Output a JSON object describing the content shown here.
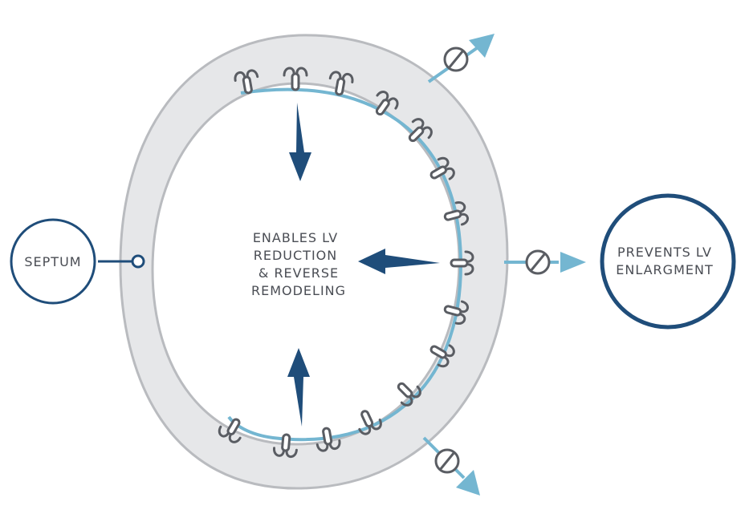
{
  "labels": {
    "septum": "SEPTUM",
    "center_line1": "ENABLES LV",
    "center_line2": "REDUCTION",
    "center_line3": "& REVERSE",
    "center_line4": "REMODELING",
    "prevents_line1": "PREVENTS LV",
    "prevents_line2": "ENLARGMENT"
  },
  "colors": {
    "wall_fill": "#e6e7e9",
    "wall_stroke": "#b9bbbf",
    "navy": "#1f4d7a",
    "light_blue": "#74b6d1",
    "suture": "#5a5d63",
    "text": "#4a4d54"
  },
  "icons": {
    "outward_blocked": "no-symbol-icon",
    "inward_force": "arrow-icon",
    "suture": "suture-stitch-icon"
  }
}
